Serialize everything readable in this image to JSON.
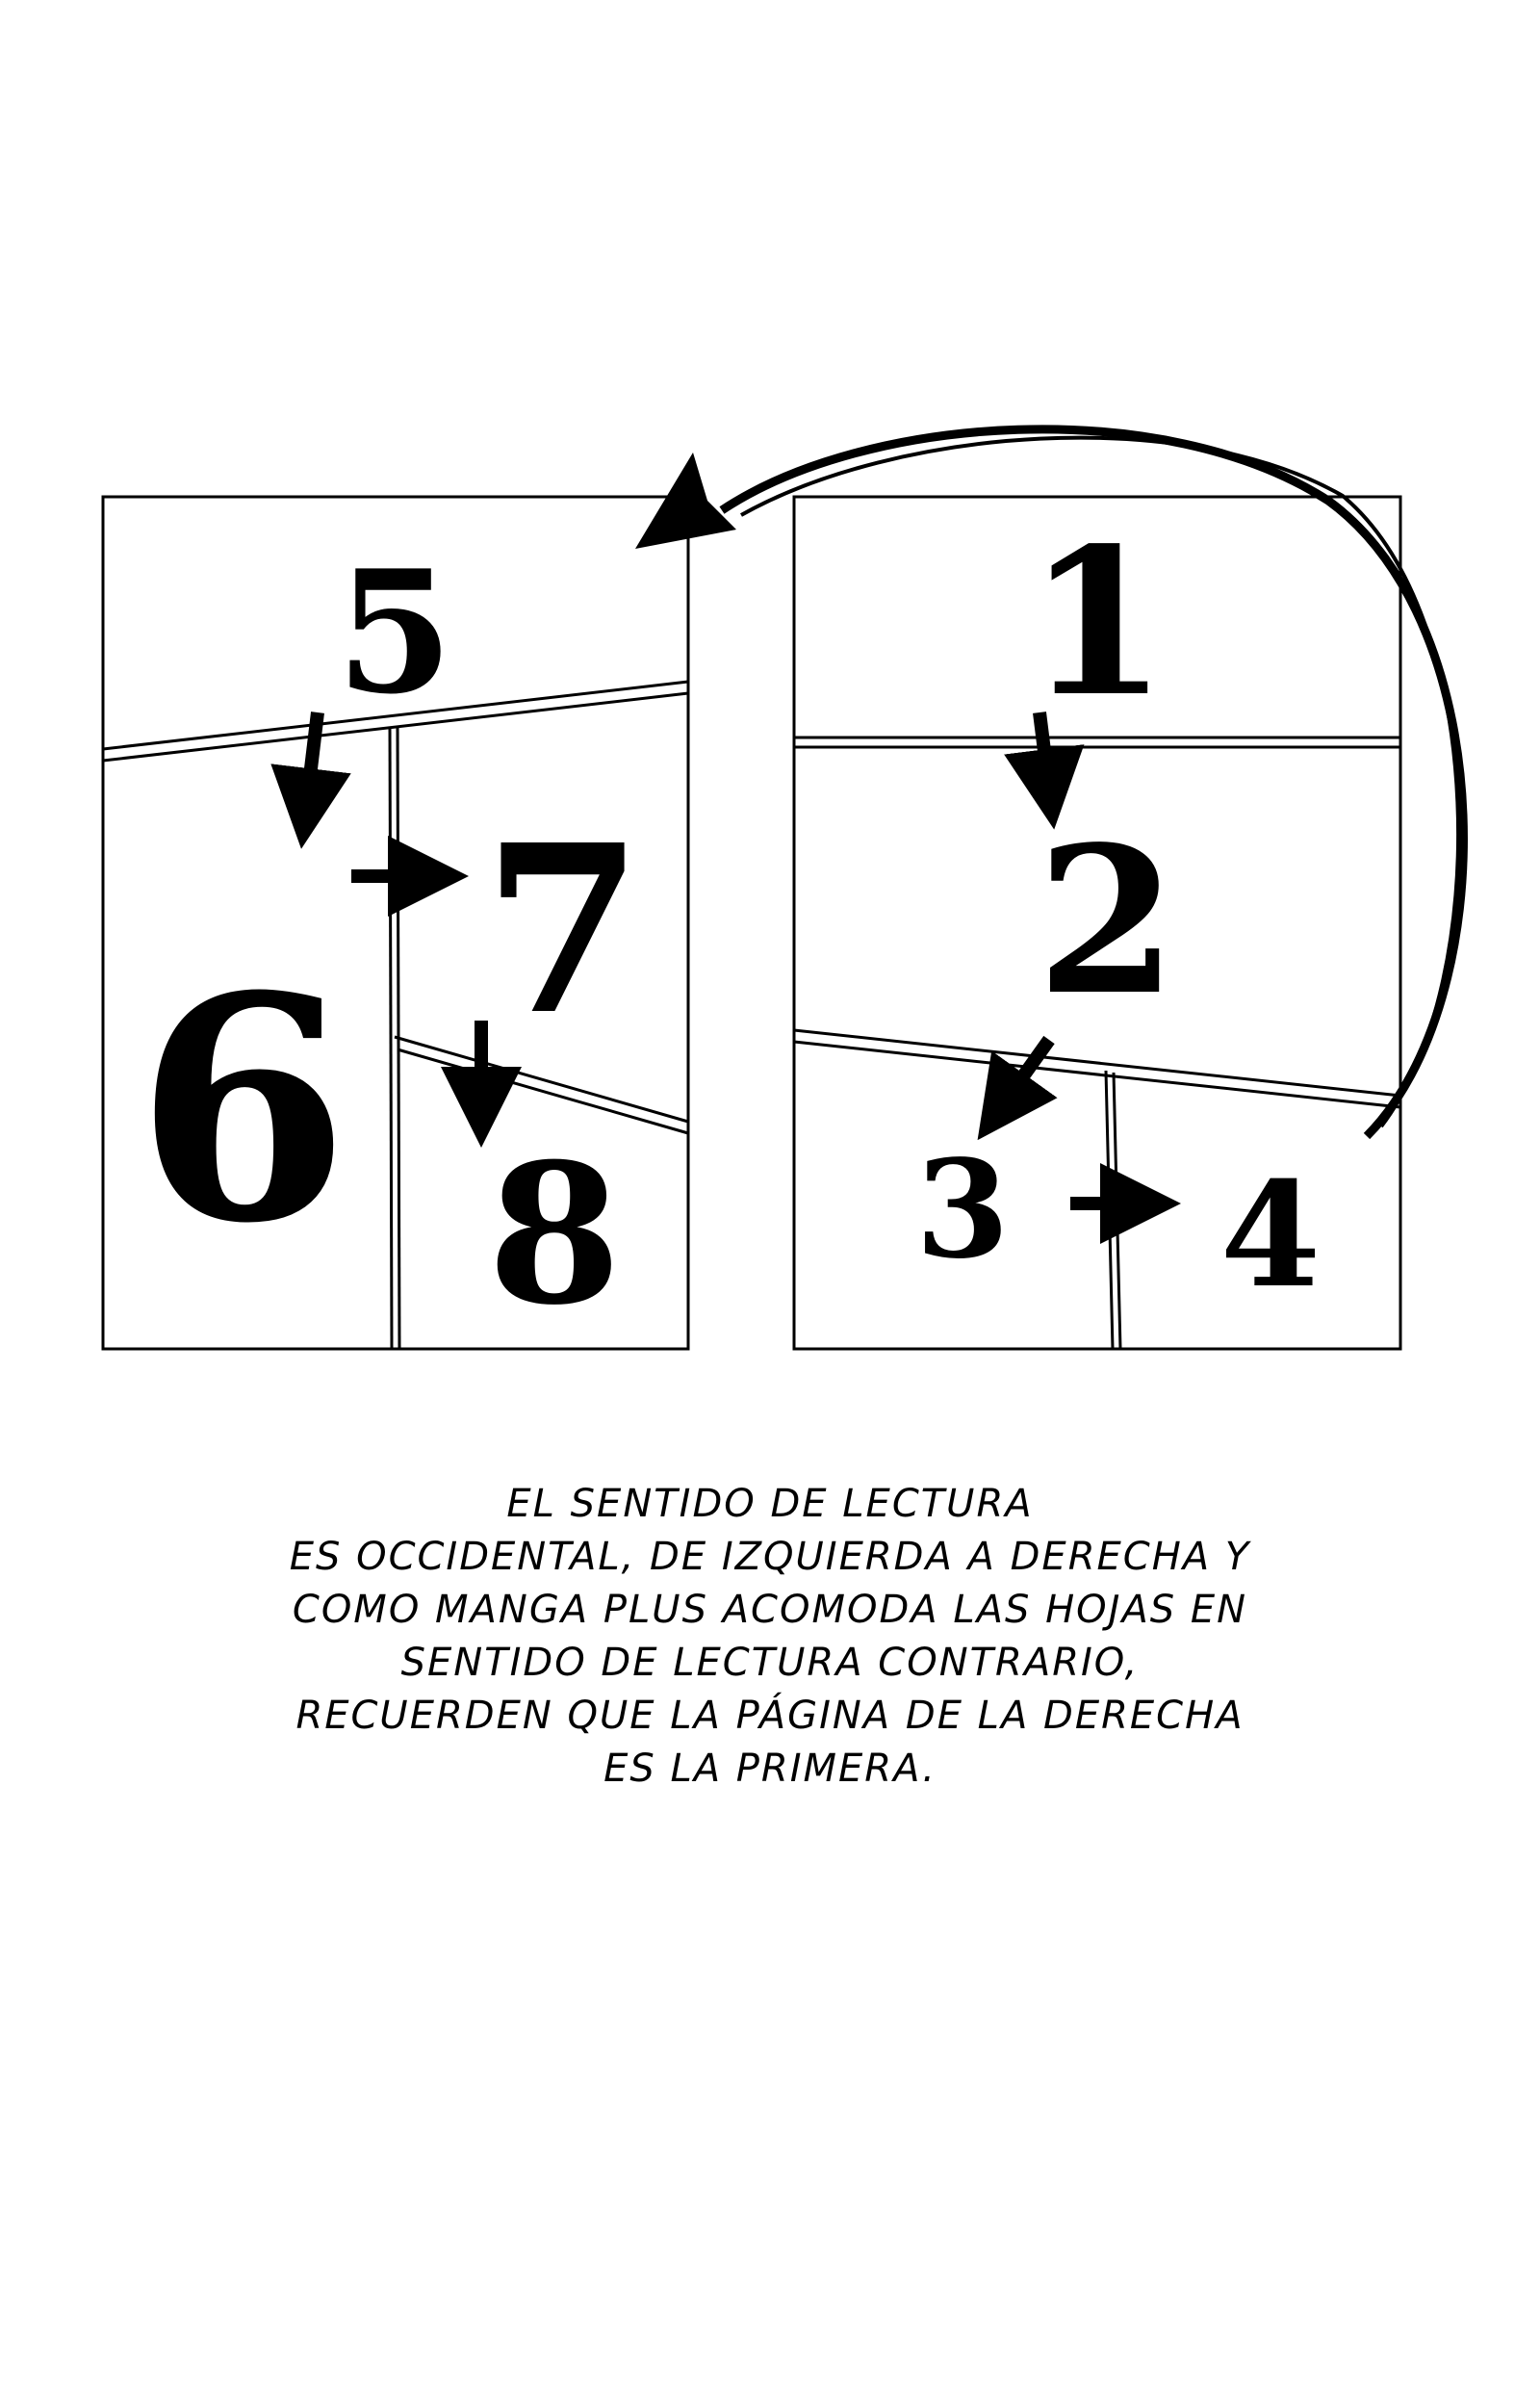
{
  "pages": {
    "left": {
      "numbers": [
        "5",
        "6",
        "7",
        "8"
      ]
    },
    "right": {
      "numbers": [
        "1",
        "2",
        "3",
        "4"
      ]
    }
  },
  "caption": {
    "lines": [
      "EL SENTIDO DE LECTURA",
      "ES OCCIDENTAL, DE IZQUIERDA A DERECHA Y",
      "COMO MANGA PLUS ACOMODA LAS HOJAS EN",
      "SENTIDO DE LECTURA CONTRARIO,",
      "RECUERDEN QUE LA PÁGINA DE LA DERECHA",
      "ES LA PRIMERA."
    ]
  },
  "colors": {
    "ink": "#000000",
    "paper": "#ffffff"
  }
}
